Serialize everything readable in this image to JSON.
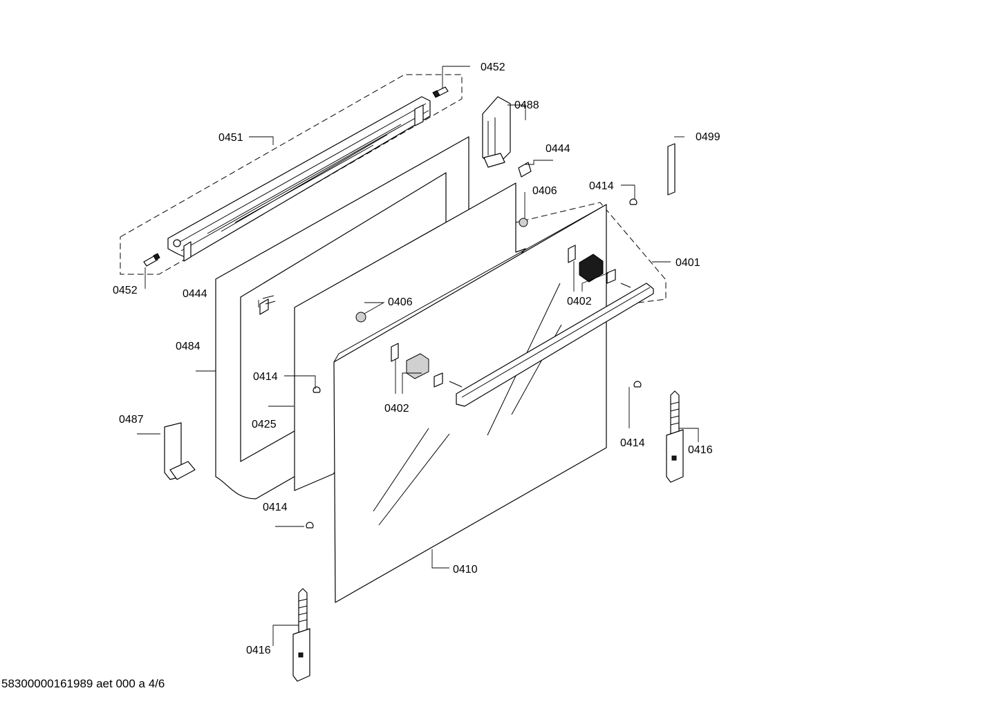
{
  "callouts": [
    "0452",
    "0451",
    "0452",
    "0488",
    "0499",
    "0444",
    "0414",
    "0406",
    "0401",
    "0444",
    "0406",
    "0402",
    "0484",
    "0414",
    "0425",
    "0402",
    "0487",
    "0414",
    "0416",
    "0414",
    "0410",
    "0416"
  ],
  "footer": {
    "document_id": "58300000161989 aet 000 a 4/6"
  }
}
